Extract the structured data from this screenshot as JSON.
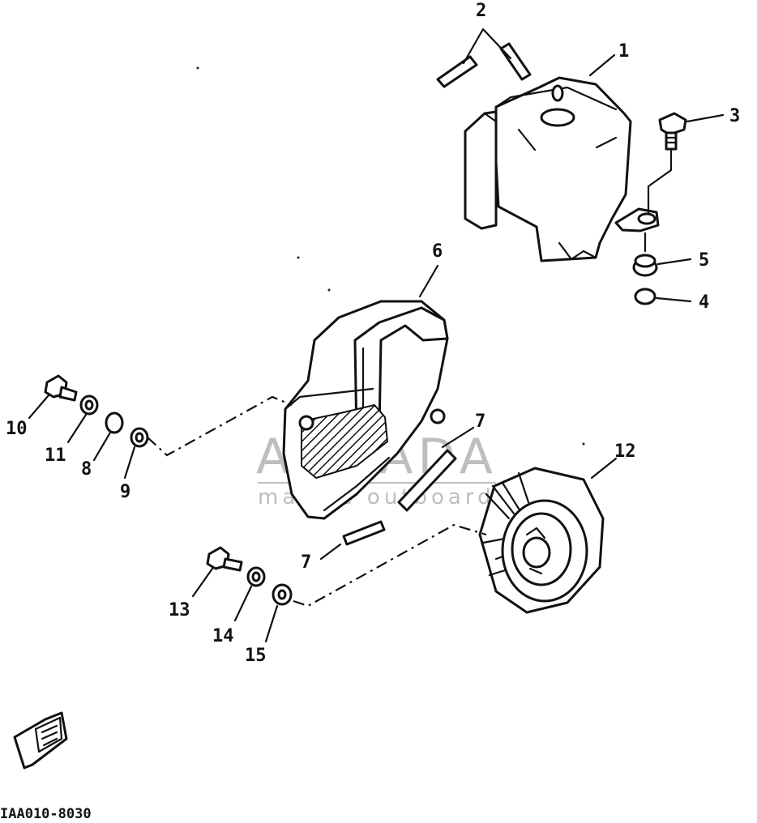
{
  "diagram": {
    "code": "IAA010-8030",
    "watermark": {
      "brand": "ARMADA",
      "tagline": "marine outboards",
      "color": "#d88aa8"
    },
    "callouts": [
      {
        "id": "c1",
        "text": "1"
      },
      {
        "id": "c2",
        "text": "2"
      },
      {
        "id": "c3",
        "text": "3"
      },
      {
        "id": "c4",
        "text": "4"
      },
      {
        "id": "c5",
        "text": "5"
      },
      {
        "id": "c6",
        "text": "6"
      },
      {
        "id": "c7a",
        "text": "7"
      },
      {
        "id": "c7b",
        "text": "7"
      },
      {
        "id": "c8",
        "text": "8"
      },
      {
        "id": "c9",
        "text": "9"
      },
      {
        "id": "c10",
        "text": "10"
      },
      {
        "id": "c11",
        "text": "11"
      },
      {
        "id": "c12",
        "text": "12"
      },
      {
        "id": "c13",
        "text": "13"
      },
      {
        "id": "c14",
        "text": "14"
      },
      {
        "id": "c15",
        "text": "15"
      }
    ]
  }
}
